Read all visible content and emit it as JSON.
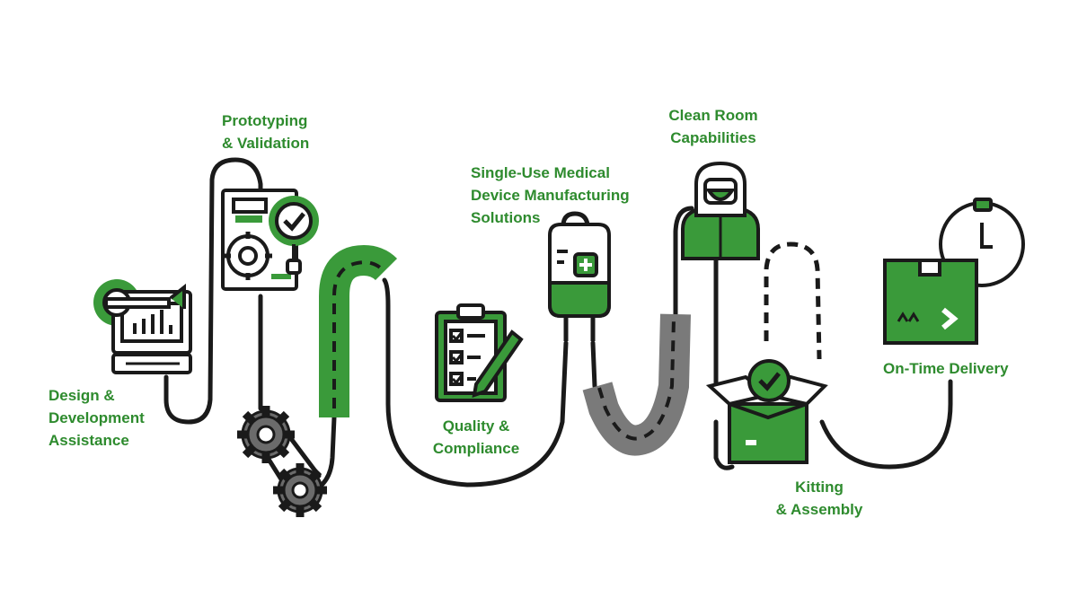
{
  "colors": {
    "accent": "#2e8b2e",
    "accent_fill": "#3a9a3a",
    "line": "#1a1a1a",
    "road_gray": "#7a7a7a",
    "gear_gray": "#6b6b6b"
  },
  "steps": [
    {
      "id": "design",
      "icon": "design-blueprint-icon",
      "lines": [
        "Design &",
        "Development",
        "Assistance"
      ]
    },
    {
      "id": "prototyping",
      "icon": "prototype-checklist-icon",
      "lines": [
        "Prototyping",
        "& Validation"
      ]
    },
    {
      "id": "single_use",
      "icon": "iv-bag-icon",
      "lines": [
        "Single-Use Medical",
        "Device Manufacturing",
        "Solutions"
      ]
    },
    {
      "id": "quality",
      "icon": "clipboard-checklist-icon",
      "lines": [
        "Quality &",
        "Compliance"
      ]
    },
    {
      "id": "clean_room",
      "icon": "clean-room-suit-icon",
      "lines": [
        "Clean Room",
        "Capabilities"
      ]
    },
    {
      "id": "kitting",
      "icon": "open-box-check-icon",
      "lines": [
        "Kitting",
        "& Assembly"
      ]
    },
    {
      "id": "delivery",
      "icon": "stopwatch-package-icon",
      "lines": [
        "On-Time Delivery"
      ]
    }
  ]
}
